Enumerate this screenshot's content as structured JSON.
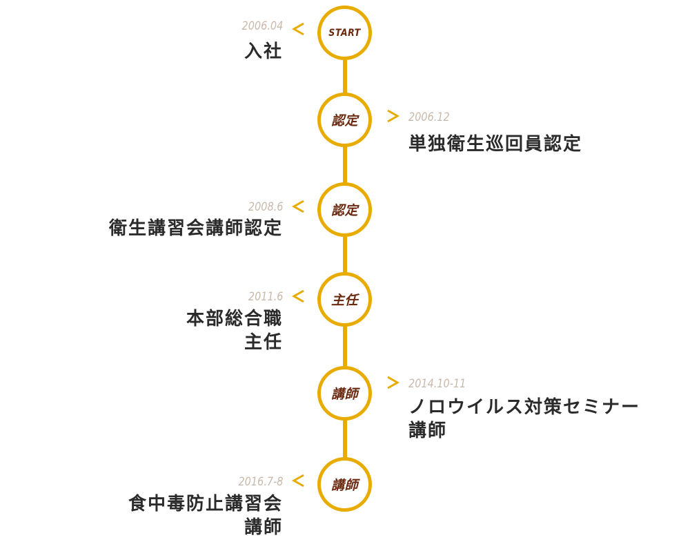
{
  "colors": {
    "accent": "#e8ab00",
    "node_text": "#6b2a10",
    "date_text": "#c8b9ab",
    "event_text": "#2a2a2a"
  },
  "milestones": [
    {
      "node_label": "START",
      "date": "2006.04",
      "event": "入社",
      "side": "left"
    },
    {
      "node_label": "認定",
      "date": "2006.12",
      "event": "単独衛生巡回員認定",
      "side": "right"
    },
    {
      "node_label": "認定",
      "date": "2008.6",
      "event": "衛生講習会講師認定",
      "side": "left"
    },
    {
      "node_label": "主任",
      "date": "2011.6",
      "event": "本部総合職\n主任",
      "side": "left"
    },
    {
      "node_label": "講師",
      "date": "2014.10-11",
      "event": "ノロウイルス対策セミナー\n講師",
      "side": "right"
    },
    {
      "node_label": "講師",
      "date": "2016.7-8",
      "event": "食中毒防止講習会\n講師",
      "side": "left"
    }
  ]
}
